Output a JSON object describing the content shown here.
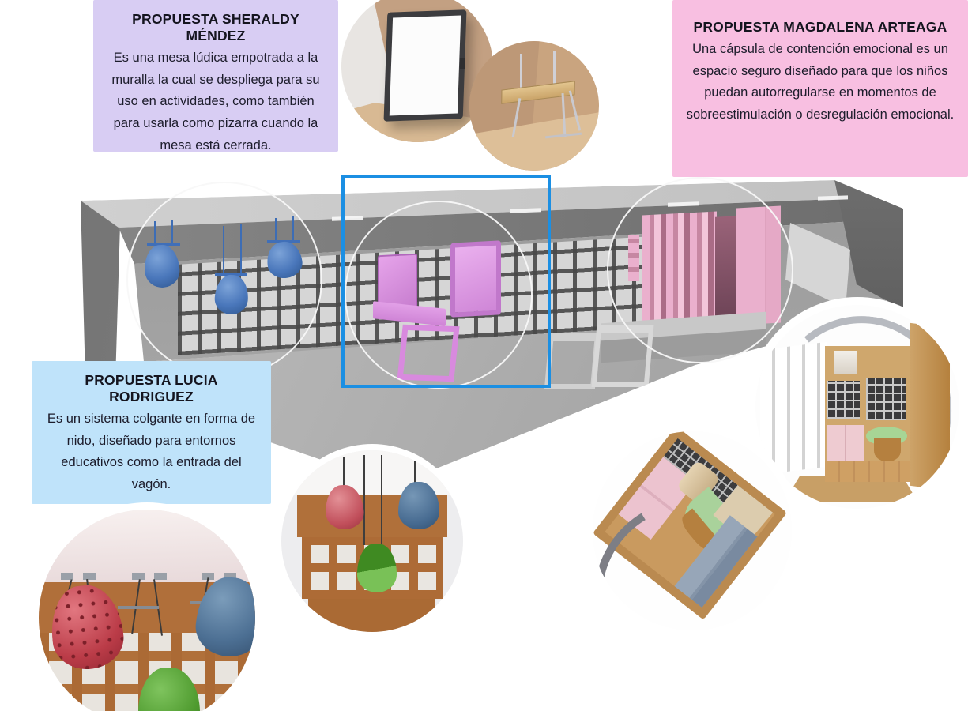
{
  "proposals": [
    {
      "id": "sheraldy-mendez",
      "title": "PROPUESTA SHERALDY MÉNDEZ",
      "description": "Es una mesa lúdica empotrada a la muralla la cual se despliega para su uso en actividades, como también para usarla como pizarra cuando la mesa está cerrada.",
      "card_color": "#d8cdf3"
    },
    {
      "id": "magdalena-arteaga",
      "title": "PROPUESTA MAGDALENA ARTEAGA",
      "description": "Una cápsula de contención emocional es un espacio seguro diseñado para que los niños puedan autorregularse en momentos de sobreestimulación o desregulación emocional.",
      "card_color": "#f8bfe1"
    },
    {
      "id": "lucia-rodriguez",
      "title": "PROPUESTA LUCIA RODRIGUEZ",
      "description": "Es un sistema colgante en forma de nido, diseñado para entornos educativos como la entrada del vagón.",
      "card_color": "#bfe3fa"
    }
  ],
  "renders": {
    "main": "wagon-interior-overview-3d",
    "highlight_circles": [
      "hanging-nest-seats",
      "folding-wall-table",
      "emotional-containment-capsule"
    ],
    "selection_rectangle_color": "#1b8fe3",
    "detail_circles": [
      "folding-table-closed-as-whiteboard",
      "folding-table-deployed",
      "nest-chairs-perspective-view",
      "nest-chairs-front-view",
      "capsule-entrance-interior",
      "capsule-top-down-interior"
    ]
  },
  "palette": {
    "board_background": "#ffffff",
    "wagon_gray": "#a8a8a8",
    "nest_seat_blue": "#4a77bb",
    "furniture_pink": "#d88ade",
    "capsule_pink": "#eab0cd",
    "wood": "#b0703a",
    "egg_red": "#bb3c48",
    "egg_green": "#4f9b2f",
    "egg_blue": "#4c6f93"
  }
}
